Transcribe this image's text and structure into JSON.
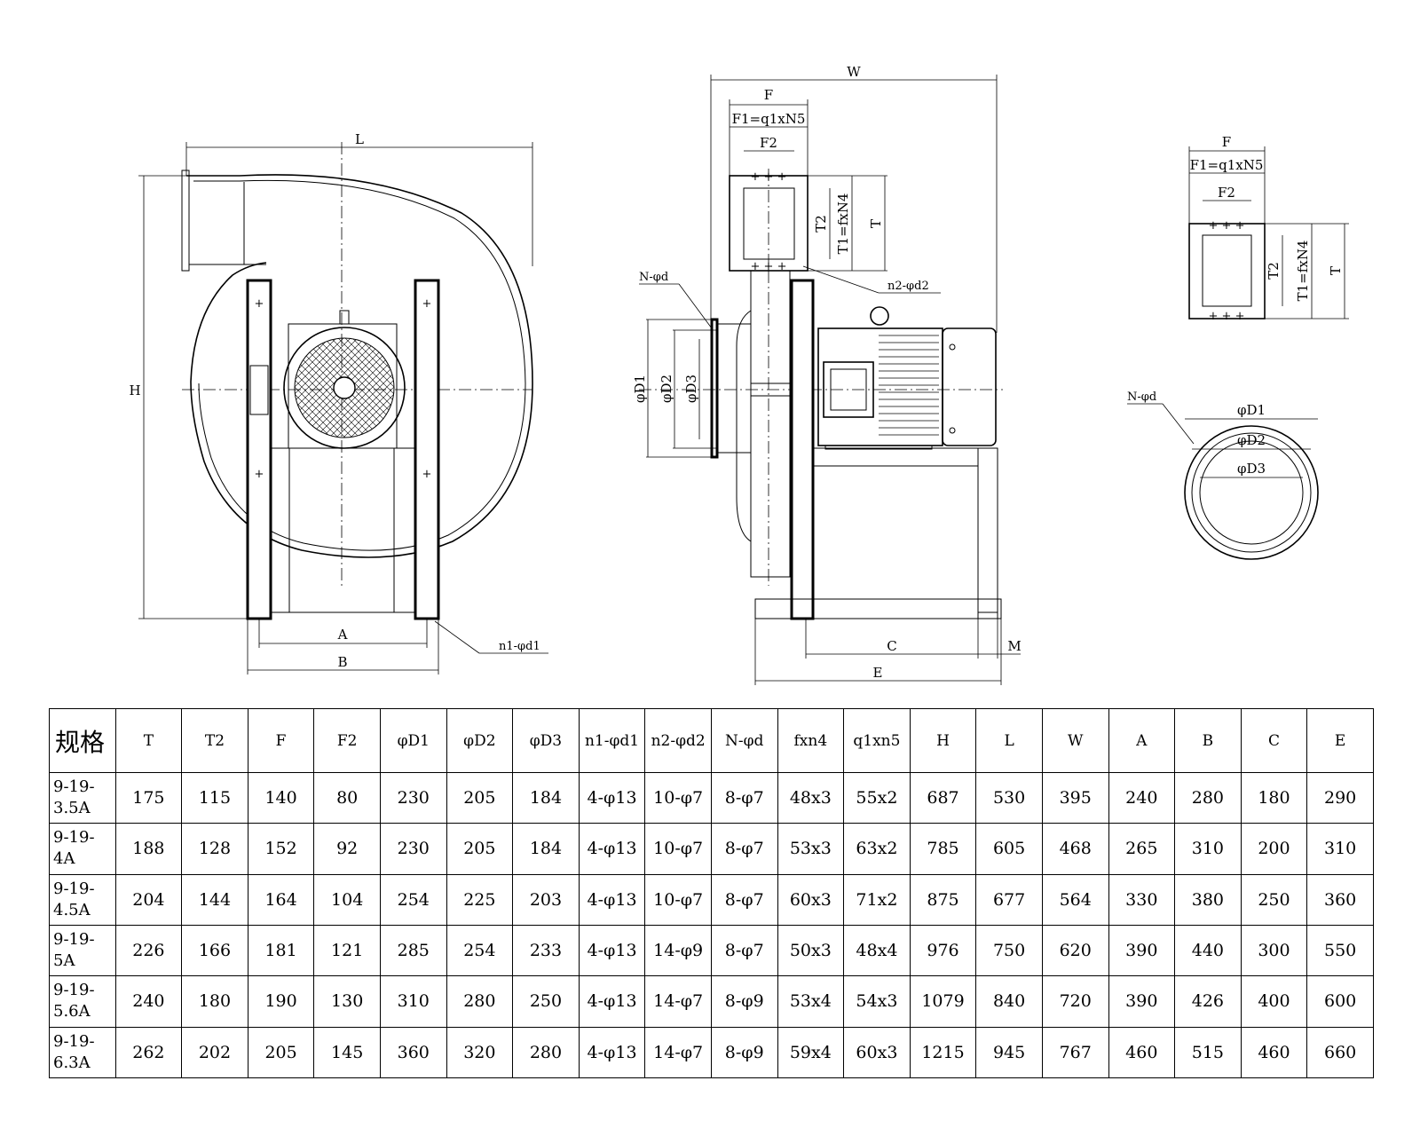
{
  "drawing": {
    "front_view": {
      "label_L": "L",
      "label_H": "H",
      "label_A": "A",
      "label_B": "B",
      "label_n1": "n1-φd1"
    },
    "side_view": {
      "label_W": "W",
      "label_F": "F",
      "label_F1": "F1=q1xN5",
      "label_F2": "F2",
      "label_T2": "T2",
      "label_T1": "T1=fxN4",
      "label_T": "T",
      "label_n2": "n2-φd2",
      "label_Nd": "N-φd",
      "label_D1": "φD1",
      "label_D2": "φD2",
      "label_D3": "φD3",
      "label_C": "C",
      "label_M": "M",
      "label_E": "E"
    },
    "outlet_detail": {
      "label_F": "F",
      "label_F1": "F1=q1xN5",
      "label_F2": "F2",
      "label_T2": "T2",
      "label_T1": "T1=fxN4",
      "label_T": "T"
    },
    "inlet_detail": {
      "label_Nd": "N-φd",
      "label_D1": "φD1",
      "label_D2": "φD2",
      "label_D3": "φD3"
    }
  },
  "table": {
    "headers": [
      "规格",
      "T",
      "T2",
      "F",
      "F2",
      "φD1",
      "φD2",
      "φD3",
      "n1-φd1",
      "n2-φd2",
      "N-φd",
      "fxn4",
      "q1xn5",
      "H",
      "L",
      "W",
      "A",
      "B",
      "C",
      "E"
    ],
    "rows": [
      {
        "model_l1": "9-19-",
        "model_l2": "3.5A",
        "cells": [
          "175",
          "115",
          "140",
          "80",
          "230",
          "205",
          "184",
          "4-φ13",
          "10-φ7",
          "8-φ7",
          "48x3",
          "55x2",
          "687",
          "530",
          "395",
          "240",
          "280",
          "180",
          "290"
        ]
      },
      {
        "model_l1": "9-19-",
        "model_l2": "4A",
        "cells": [
          "188",
          "128",
          "152",
          "92",
          "230",
          "205",
          "184",
          "4-φ13",
          "10-φ7",
          "8-φ7",
          "53x3",
          "63x2",
          "785",
          "605",
          "468",
          "265",
          "310",
          "200",
          "310"
        ]
      },
      {
        "model_l1": "9-19-",
        "model_l2": "4.5A",
        "cells": [
          "204",
          "144",
          "164",
          "104",
          "254",
          "225",
          "203",
          "4-φ13",
          "10-φ7",
          "8-φ7",
          "60x3",
          "71x2",
          "875",
          "677",
          "564",
          "330",
          "380",
          "250",
          "360"
        ]
      },
      {
        "model_l1": "9-19-",
        "model_l2": "5A",
        "cells": [
          "226",
          "166",
          "181",
          "121",
          "285",
          "254",
          "233",
          "4-φ13",
          "14-φ9",
          "8-φ7",
          "50x3",
          "48x4",
          "976",
          "750",
          "620",
          "390",
          "440",
          "300",
          "550"
        ]
      },
      {
        "model_l1": "9-19-",
        "model_l2": "5.6A",
        "cells": [
          "240",
          "180",
          "190",
          "130",
          "310",
          "280",
          "250",
          "4-φ13",
          "14-φ7",
          "8-φ9",
          "53x4",
          "54x3",
          "1079",
          "840",
          "720",
          "390",
          "426",
          "400",
          "600"
        ]
      },
      {
        "model_l1": "9-19-",
        "model_l2": "6.3A",
        "cells": [
          "262",
          "202",
          "205",
          "145",
          "360",
          "320",
          "280",
          "4-φ13",
          "14-φ7",
          "8-φ9",
          "59x4",
          "60x3",
          "1215",
          "945",
          "767",
          "460",
          "515",
          "460",
          "660"
        ]
      }
    ]
  }
}
